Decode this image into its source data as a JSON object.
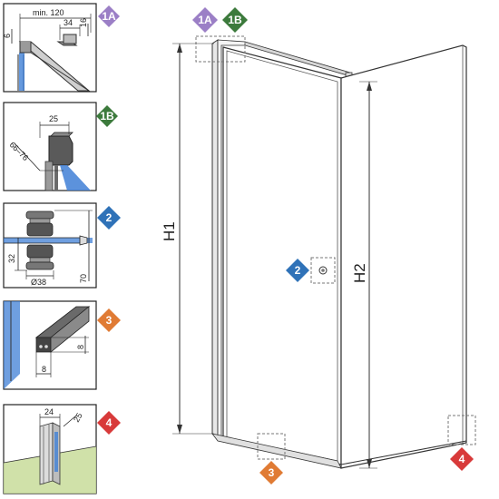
{
  "colors": {
    "purple": "#9b7fc6",
    "green": "#3c7a3c",
    "blue": "#2f72b8",
    "orange": "#e07b34",
    "red": "#d83a3a",
    "glass": "#3f7fd6"
  },
  "badges": {
    "b1a": "1A",
    "b1b": "1B",
    "b2": "2",
    "b3": "3",
    "b4": "4"
  },
  "details": {
    "d1a": {
      "dim_width": "min. 120",
      "dim_inner": "34",
      "dim_side": "16",
      "dim_left": "6"
    },
    "d1b": {
      "dim_top": "25",
      "dim_diag": "66–76"
    },
    "d2": {
      "dim_height": "32",
      "dim_diameter": "Ø38",
      "dim_total": "70"
    },
    "d3": {
      "dim_height": "8",
      "dim_width": "8"
    },
    "d4": {
      "dim_width": "24",
      "dim_depth": "25"
    }
  },
  "main": {
    "h1_label": "H1",
    "h2_label": "H2"
  }
}
